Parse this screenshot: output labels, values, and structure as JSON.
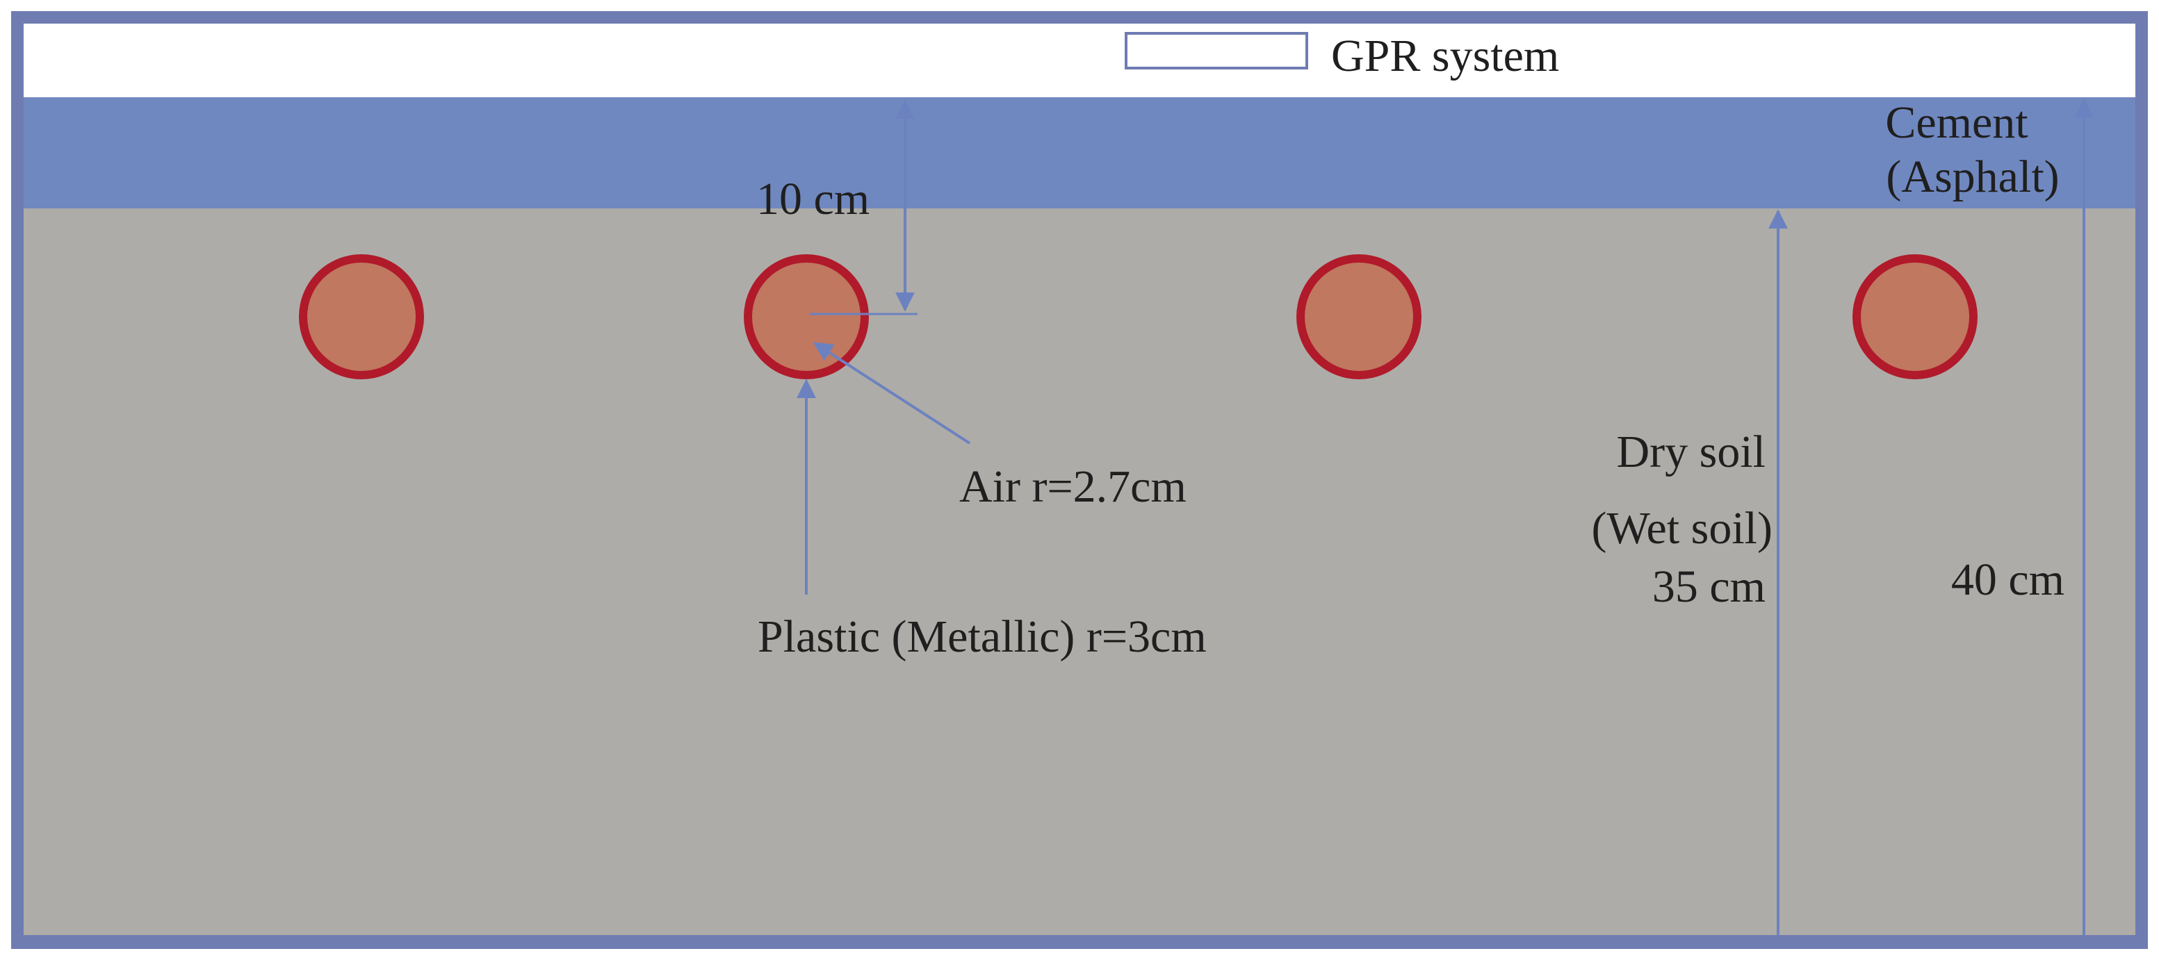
{
  "diagram": {
    "gpr_label": "GPR system",
    "layer_label_line1": "Cement",
    "layer_label_line2": "(Asphalt)",
    "depth_10": "10 cm",
    "air_label": "Air r=2.7cm",
    "pipe_label": "Plastic (Metallic) r=3cm",
    "soil_label_line1": "Dry soil",
    "soil_label_line2": "(Wet soil)",
    "depth_35": "35 cm",
    "depth_40": "40 cm",
    "colors": {
      "frame": "#6f7cb2",
      "cement_layer": "#7088c0",
      "soil": "#aeaca8",
      "pipe_wall": "#b01a2a",
      "air_fill": "#c07860",
      "arrow": "#6c82c0",
      "text": "#1f1f1f"
    }
  }
}
